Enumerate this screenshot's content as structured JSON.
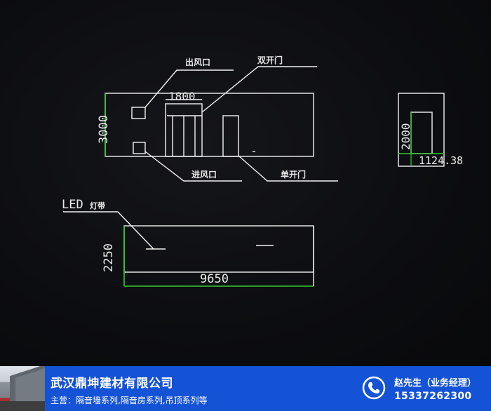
{
  "drawing": {
    "top_view": {
      "label_outlet": "出风口",
      "label_double_door": "双开门",
      "label_inlet": "进风口",
      "label_single_door": "单开门",
      "dim_width": "1800",
      "dim_height": "3000"
    },
    "side_view": {
      "dim_height": "2000",
      "dim_width": "1124.38"
    },
    "bottom_view": {
      "label_led": "LED",
      "label_led_suffix": "灯带",
      "dim_height": "2250",
      "dim_length": "9650"
    },
    "colors": {
      "frame_green": "#33cc33",
      "line_white": "#f2f2f2",
      "footer_blue": "#1553d6"
    }
  },
  "footer": {
    "company": "武汉鼎坤建材有限公司",
    "main_business": "主营：隔音墙系列,隔音房系列,吊顶系列等",
    "contact_name": "赵先生（业务经理）",
    "contact_phone": "15337262300",
    "icon": "phone-icon"
  }
}
